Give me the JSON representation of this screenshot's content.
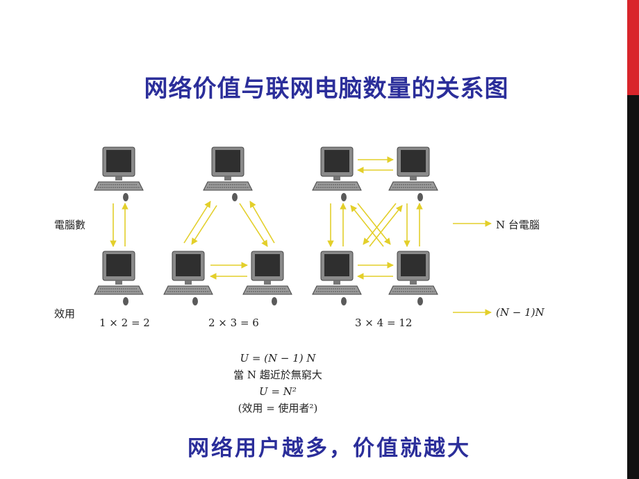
{
  "slide": {
    "title": "网络价值与联网电脑数量的关系图",
    "conclusion": "网络用户越多，价值就越大"
  },
  "diagram": {
    "row_label_computers": "電腦數",
    "row_label_utility": "效用",
    "groups": [
      {
        "computers": 2,
        "equation": "1 × 2 = 2"
      },
      {
        "computers": 3,
        "equation": "2 × 3 = 6"
      },
      {
        "computers": 4,
        "equation": "3 × 4 = 12"
      }
    ],
    "legend": {
      "n_computers": "N 台電腦",
      "utility_formula": "(N − 1)N"
    },
    "formula_lines": [
      "U = (N − 1) N",
      "當 N 趨近於無窮大",
      "U = N²",
      "(效用 = 使用者²)"
    ]
  },
  "colors": {
    "title": "#2b2e9a",
    "arrow": "#e3cf2a",
    "sidebar": "#111111",
    "sidebar_accent": "#d9252b"
  }
}
